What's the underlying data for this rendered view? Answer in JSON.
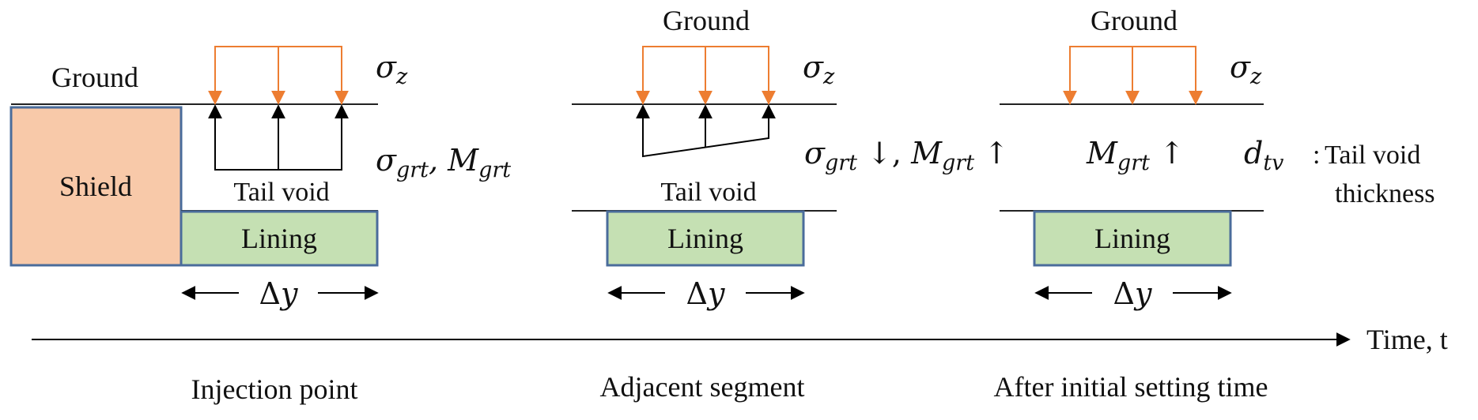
{
  "colors": {
    "shield_fill": "#f8c9a9",
    "shield_stroke": "#4a6c9b",
    "lining_fill": "#c5e0b3",
    "lining_stroke": "#4a6c9b",
    "ground_load_arrow": "#ed7d31",
    "grout_arrow": "#000000",
    "line": "#222222"
  },
  "panels": [
    {
      "ground_label": "Ground",
      "load_symbol": "σz",
      "shield_label": "Shield",
      "tail_void_label": "Tail void",
      "lining_label": "Lining",
      "width_symbol": "Δy",
      "grout_label": "σgrt, Mgrt",
      "caption": "Injection point"
    },
    {
      "ground_label": "Ground",
      "load_symbol": "σz",
      "tail_void_label": "Tail void",
      "lining_label": "Lining",
      "width_symbol": "Δy",
      "grout_label": "σgrt ↓, Mgrt ↑",
      "caption": "Adjacent segment"
    },
    {
      "ground_label": "Ground",
      "load_symbol": "σz",
      "lining_label": "Lining",
      "width_symbol": "Δy",
      "grout_label": "Mgrt ↑",
      "caption": "After initial setting time"
    }
  ],
  "legend": {
    "symbol": "dtv",
    "separator": ":",
    "text_line1": "Tail void",
    "text_line2": "thickness"
  },
  "time_axis_label": "Time, t",
  "icons": {
    "load_arrow": "arrow-down-icon",
    "grout_arrow": "arrow-up-icon",
    "width_arrows": "double-arrow-icon",
    "time_arrow": "arrow-right-icon"
  }
}
